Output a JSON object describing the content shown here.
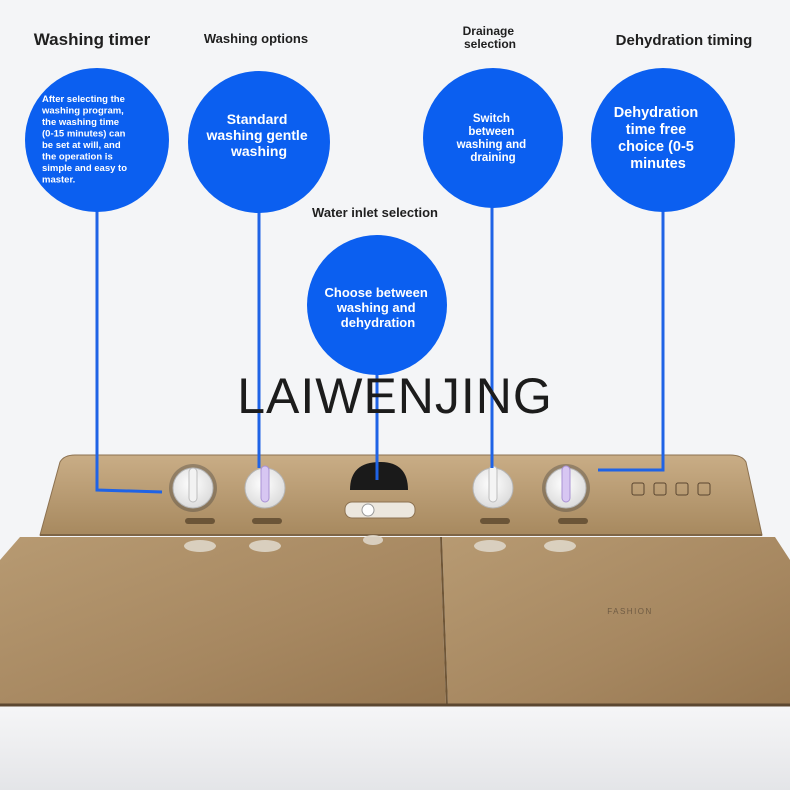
{
  "watermark": "LAIWENJING",
  "colors": {
    "bubble": "#0b5ff0",
    "connector": "#1f63e6",
    "panel": "#b89a72",
    "lid": "#a88a63"
  },
  "features": [
    {
      "id": "washing-timer",
      "title": [
        "Washing timer"
      ],
      "bubble_text": [
        "After selecting the",
        "washing program,",
        "the washing time",
        "(0-15 minutes) can",
        "be set at will, and",
        "the operation is",
        "simple and easy to",
        "master."
      ]
    },
    {
      "id": "washing-options",
      "title": [
        "Washing options"
      ],
      "bubble_text": [
        "Standard",
        "washing gentle",
        "washing"
      ]
    },
    {
      "id": "drainage-selection",
      "title": [
        "Drainage",
        "selection"
      ],
      "bubble_text": [
        "Switch",
        "between",
        "washing and",
        "draining"
      ]
    },
    {
      "id": "dehydration-timing",
      "title": [
        "Dehydration timing"
      ],
      "bubble_text": [
        "Dehydration",
        "time free",
        "choice (0-5",
        "minutes"
      ]
    },
    {
      "id": "water-inlet-selection",
      "title": [
        "Water inlet selection"
      ],
      "bubble_text": [
        "Choose between",
        "washing and",
        "dehydration"
      ]
    }
  ],
  "machine": {
    "lid_text": "FASHION"
  }
}
